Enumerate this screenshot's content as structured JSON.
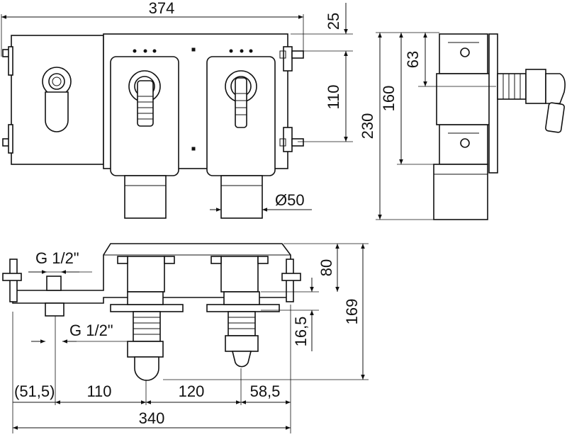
{
  "dimensions": {
    "top_width": "374",
    "top_offset": "25",
    "top_110": "110",
    "diameter": "Ø50",
    "side_63": "63",
    "side_160": "160",
    "side_230": "230",
    "thread_top": "G 1/2\"",
    "thread_bottom": "G 1/2\"",
    "bottom_80": "80",
    "bottom_16_5": "16,5",
    "bottom_169": "169",
    "bottom_51_5": "(51,5)",
    "bottom_110": "110",
    "bottom_120": "120",
    "bottom_58_5": "58,5",
    "bottom_340": "340"
  },
  "colors": {
    "line": "#111111",
    "background": "#ffffff"
  }
}
